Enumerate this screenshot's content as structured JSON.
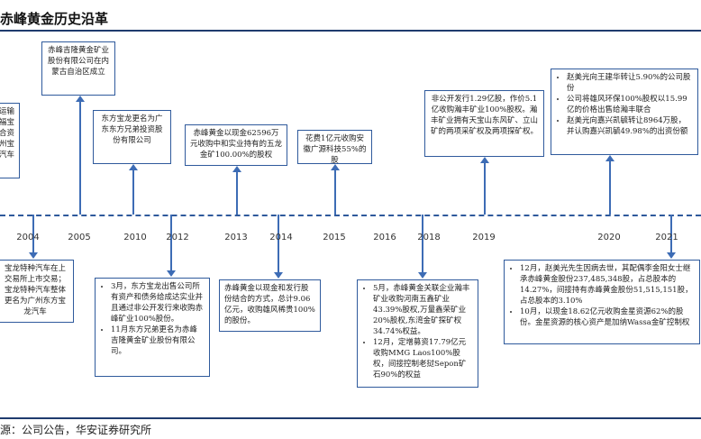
{
  "title": "赤峰黄金历史沿革",
  "source": "源：公司公告，华安证券研究所",
  "years": [
    "2004",
    "2005",
    "2010",
    "2012",
    "2013",
    "2014",
    "2015",
    "2016",
    "2018",
    "2019",
    "2020",
    "2021"
  ],
  "events_top": [
    {
      "text": "运输\n福宝\n合资\n州宝\n汽车"
    },
    {
      "text": "赤峰吉隆黄金矿业股份有限公司在内蒙古自治区成立"
    },
    {
      "text": "东方宝龙更名为广东东方兄弟投资股份有限公司"
    },
    {
      "text": "赤峰黄金以现金62596万元收购中和实业持有的五龙金矿100.00%的股权"
    },
    {
      "text": "花费1亿元收购安徽广源科技55%的股"
    },
    {
      "text": "非公开发行1.29亿股，作价5.1亿收购瀚丰矿业100%股权。瀚丰矿业拥有天宝山东风矿、立山矿的两项采矿权及两项探矿权。"
    },
    {
      "items": [
        "赵美光向王建华转让5.90%的公司股份",
        "公司将雄风环保100%股权以15.99亿的价格出售给瀚丰联合",
        "赵美光向嘉兴凯毓转让8964万股，并认购嘉兴凯毓49.98%的出资份额"
      ]
    }
  ],
  "events_bottom": [
    {
      "text": "宝龙特种汽车在上交易所上市交易；宝龙特种汽车整体更名为广州东方宝龙汽车"
    },
    {
      "items": [
        "3月，东方宝龙出售公司所有资产和债务给成达实业并且通过非公开发行来收购赤峰矿业100%股份。",
        "11月东方兄弟更名为赤峰吉隆黄金矿业股份有限公司。"
      ]
    },
    {
      "text": "赤峰黄金以现金和发行股份结合的方式，总计9.06亿元，收购雄风稀贵100%的股份。"
    },
    {
      "items": [
        "5月，赤峰黄金关联企业瀚丰矿业收购河南五鑫矿业43.39%股权,万量鑫荣矿业20%股权,东湾金矿探矿权34.74%权益。",
        "12月，定增募资17.79亿元收购MMG Laos100%股权，间接控制老挝Sepon矿石90%的权益"
      ]
    },
    {
      "items": [
        "12月，赵美光先生因病去世，其配偶李金阳女士继承赤峰黄金股份237,485,348股，占总股本的14.27%，间接持有赤峰黄金股份51,515,151股，占总股本的3.10%",
        "10月，以现金18.62亿元收购金星资源62%的股份。金星资源的核心资产是加纳Wassa金矿控制权"
      ]
    }
  ]
}
